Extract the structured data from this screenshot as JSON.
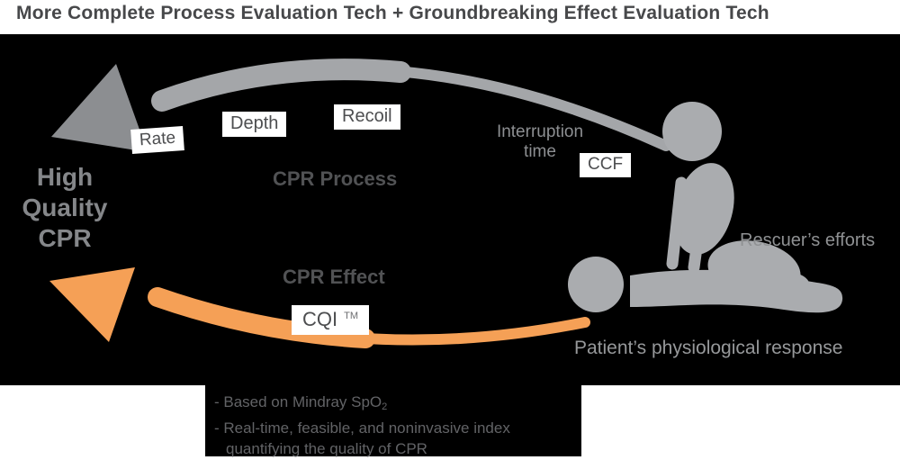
{
  "title": "More Complete Process Evaluation Tech + Groundbreaking Effect Evaluation Tech",
  "left_heading": {
    "line1": "High",
    "line2": "Quality",
    "line3": "CPR"
  },
  "process": {
    "band_label": "CPR Process",
    "rate": "Rate",
    "depth": "Depth",
    "recoil": "Recoil",
    "interruption_line1": "Interruption",
    "interruption_line2": "time",
    "ccf": "CCF"
  },
  "effect": {
    "band_label": "CPR Effect",
    "cqi": "CQI",
    "cqi_sup": "TM"
  },
  "figure": {
    "rescuer_caption": "Rescuer’s efforts",
    "patient_caption": "Patient’s physiological response"
  },
  "notes": {
    "line1": "- Based on Mindray SpO",
    "line1_sub": "2",
    "line2": "- Real-time, feasible, and noninvasive index",
    "line3": "quantifying the quality of CPR"
  },
  "colors": {
    "background_panel": "#000000",
    "process_arrow": "#A4A6A9",
    "process_arrowhead": "#8C8E91",
    "effect_arrow": "#F5A056",
    "silhouette": "#AAACAF",
    "dark_text": "#47484A",
    "panel_text_dim": "#626366"
  }
}
